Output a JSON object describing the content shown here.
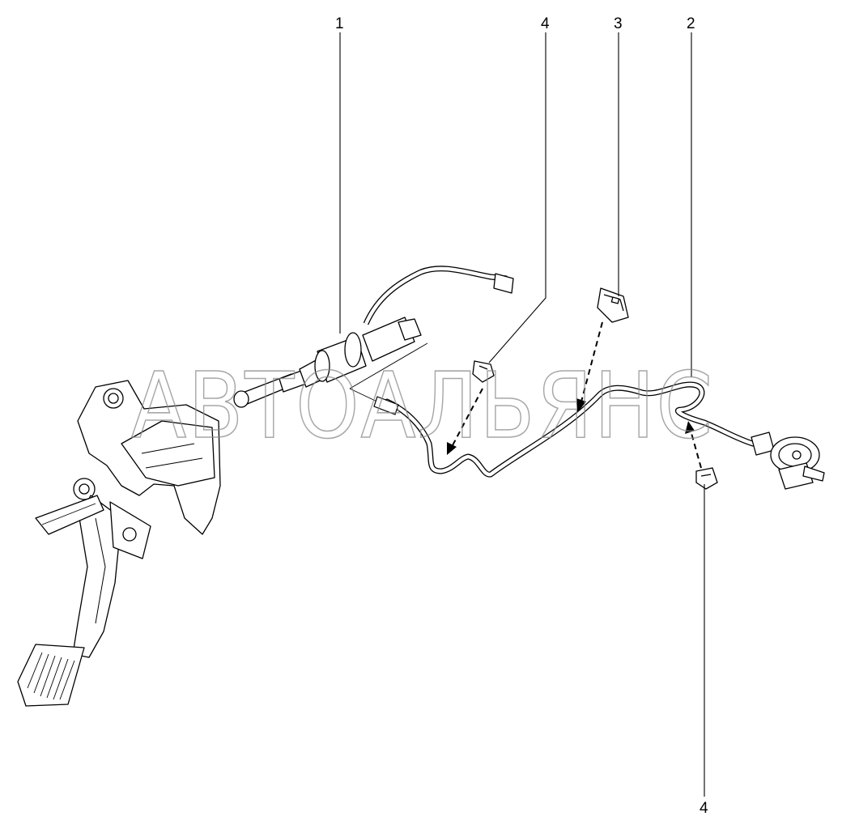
{
  "diagram": {
    "callouts": [
      {
        "id": "1",
        "label": "1"
      },
      {
        "id": "4a",
        "label": "4"
      },
      {
        "id": "3",
        "label": "3"
      },
      {
        "id": "2",
        "label": "2"
      },
      {
        "id": "4b",
        "label": "4"
      }
    ],
    "watermark": "АВТОАЛЬЯНС",
    "colors": {
      "line": "#000000",
      "watermark": "#8a8a8a",
      "background": "#ffffff"
    }
  }
}
